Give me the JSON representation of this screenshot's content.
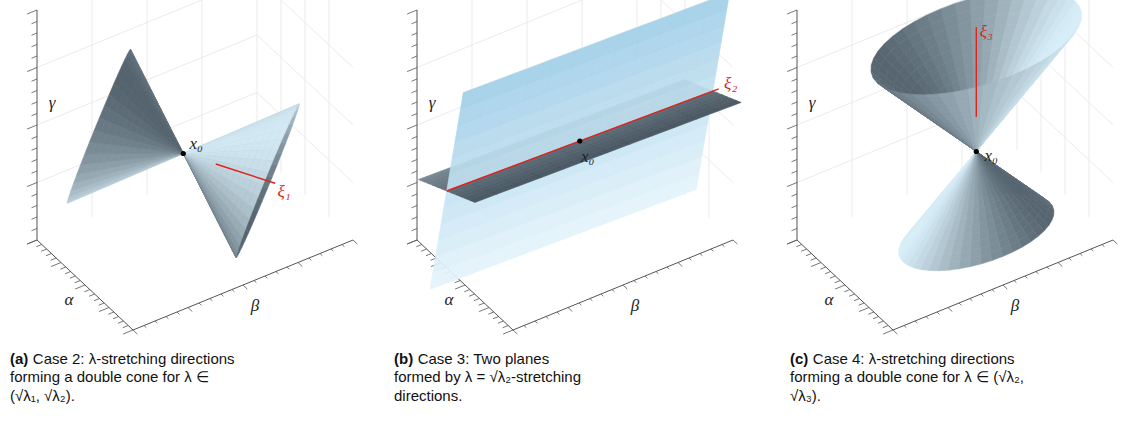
{
  "diagram": {
    "labels": [
      "γ",
      "α",
      "β",
      "x₀",
      "ξ₁",
      "(a)",
      "Case 2: λ-stretching directions forming a double cone for λ ∈ (√λ₁, √λ₂).",
      "γ",
      "α",
      "β",
      "x₀",
      "ξ₂",
      "(b)",
      "Case 3: Two planes formed by λ = √λ₂-stretching directions.",
      "γ",
      "α",
      "β",
      "x₀",
      "ξ₃",
      "(c)",
      "Case 4: λ-stretching directions forming a double cone for λ ∈ (√λ₂, √λ₃)."
    ]
  }
}
